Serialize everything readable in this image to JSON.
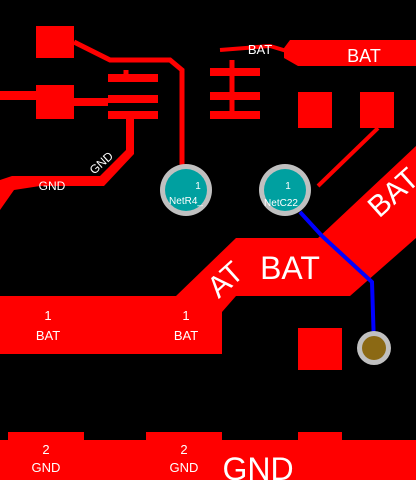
{
  "colors": {
    "background": "#000000",
    "copper_top": "#ff0000",
    "copper_bottom": "#0000ff",
    "via_ring": "#c0c0c0",
    "via_fill_top": "#00a0a0",
    "via_fill_bottom": "#8b6914",
    "label_text": "#ffffff"
  },
  "labels": {
    "bat_top": "BAT",
    "bat_top_large": "BAT",
    "bat_diagonal_right": "BAT",
    "bat_center": "BAT",
    "bat_diagonal_center": "AT",
    "gnd_left": "GND",
    "gnd_diagonal": "GND",
    "gnd_bottom_large": "GND"
  },
  "vias": [
    {
      "id": "via-netr4",
      "number": "1",
      "net": "NetR4_"
    },
    {
      "id": "via-netc22",
      "number": "1",
      "net": "NetC22"
    }
  ],
  "pads": [
    {
      "id": "pad-left-bat",
      "number": "1",
      "net": "BAT"
    },
    {
      "id": "pad-mid-bat",
      "number": "1",
      "net": "BAT"
    },
    {
      "id": "pad-left-gnd",
      "number": "2",
      "net": "GND"
    },
    {
      "id": "pad-mid-gnd",
      "number": "2",
      "net": "GND"
    }
  ]
}
